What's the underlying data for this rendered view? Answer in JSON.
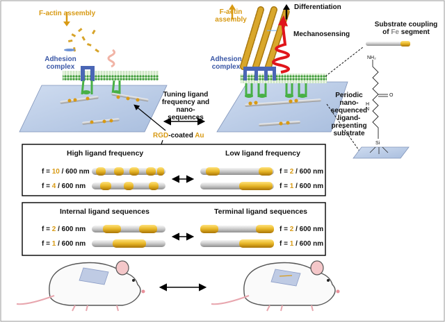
{
  "top": {
    "factin_left": "F-actin assembly",
    "adhesion_left": "Adhesion complex",
    "factin_right": "F-actin assembly",
    "adhesion_right": "Adhesion complex",
    "differentiation": "Differentiation",
    "mechanosensing": "Mechanosensing",
    "tuning": "Tuning ligand frequency and nano-sequences",
    "rgd_prefix": "RGD",
    "rgd_middle": "-coated ",
    "rgd_metal": "Au",
    "substrate_coupling_prefix": "Substrate coupling of ",
    "substrate_metal": "Fe",
    "substrate_coupling_suffix": " segment",
    "periodic": "Periodic nano-sequenced ligand-presenting substrate",
    "chem": {
      "nh2": "NH₂",
      "o": "O",
      "nh": "H\nN",
      "si": "Si"
    }
  },
  "frequency_box": {
    "left_title": "High ligand frequency",
    "right_title": "Low ligand frequency",
    "rows": [
      {
        "left_n": "10",
        "left_unit": " / 600 nm",
        "right_n": "2",
        "right_unit": " / 600 nm"
      },
      {
        "left_n": "4",
        "left_unit": " / 600 nm",
        "right_n": "1",
        "right_unit": " / 600 nm"
      }
    ]
  },
  "sequence_box": {
    "left_title": "Internal ligand sequences",
    "right_title": "Terminal ligand sequences",
    "rows": [
      {
        "left_n": "2",
        "left_unit": " / 600 nm",
        "right_n": "2",
        "right_unit": " / 600 nm"
      },
      {
        "left_n": "1",
        "left_unit": " / 600 nm",
        "right_n": "1",
        "right_unit": " / 600 nm"
      }
    ]
  },
  "f_prefix": "f = ",
  "colors": {
    "gold": "#d89a14",
    "blue": "#3a57a6",
    "red": "#e0151b",
    "green": "#48b046"
  }
}
